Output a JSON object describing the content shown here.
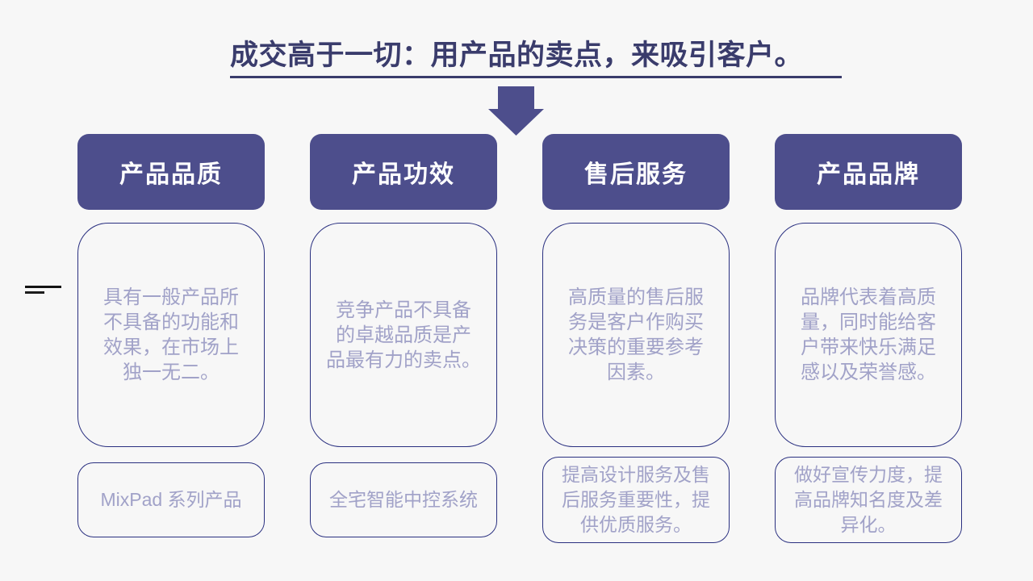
{
  "slide": {
    "background_color": "#f7f7f7",
    "accent_color": "#4d4e8c",
    "title_color": "#3a3c6c",
    "outline_color": "#2a3080",
    "body_text_color": "#a1a2c8",
    "title": "成交高于一切：用产品的卖点，来吸引客户。",
    "icons": {
      "arrow": "down-block-arrow-icon",
      "left_marks": "dash-marks-icon"
    },
    "columns": [
      {
        "header": "产品品质",
        "body": "具有一般产品所\n不具备的功能和\n效果，在市场上\n独一无二。",
        "footer": "MixPad 系列产品"
      },
      {
        "header": "产品功效",
        "body": "竞争产品不具备\n的卓越品质是产\n品最有力的卖点。",
        "footer": "全宅智能中控系统"
      },
      {
        "header": "售后服务",
        "body": "高质量的售后服\n务是客户作购买\n决策的重要参考\n因素。",
        "footer": "提高设计服务及售\n后服务重要性，提\n供优质服务。"
      },
      {
        "header": "产品品牌",
        "body": "品牌代表着高质\n量，同时能给客\n户带来快乐满足\n感以及荣誉感。",
        "footer": "做好宣传力度，提\n高品牌知名度及差\n异化。"
      }
    ]
  }
}
